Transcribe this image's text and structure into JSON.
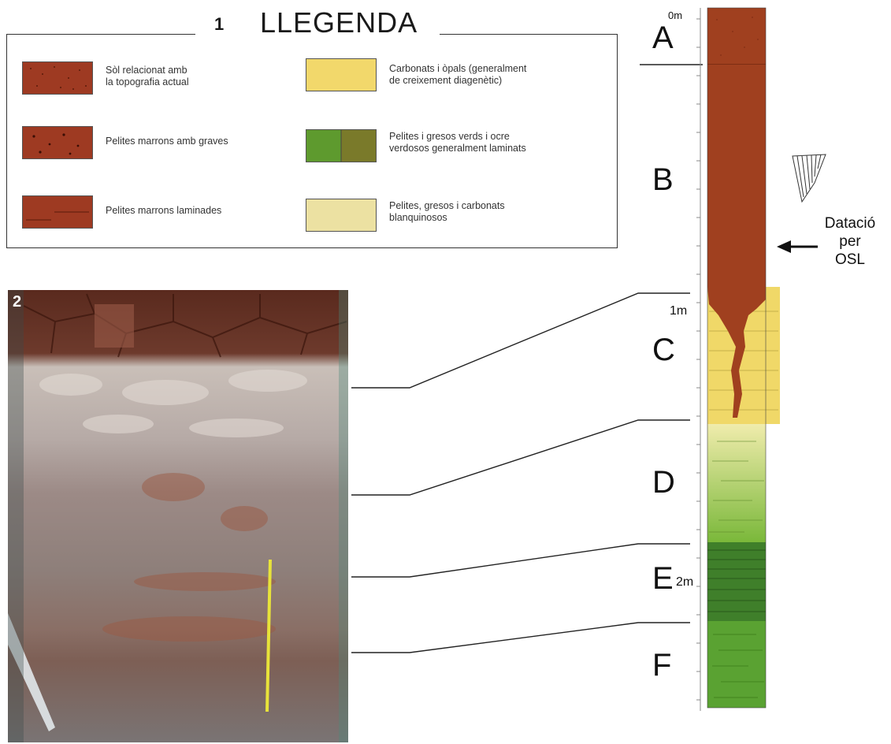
{
  "legend": {
    "number": "1",
    "title": "LLEGENDA",
    "items": [
      {
        "text": "Sòl relacionat amb\nla topografia actual",
        "color": "#9e3a22"
      },
      {
        "text": "Pelites marrons amb graves",
        "color": "#9e3a22"
      },
      {
        "text": "Pelites marrons laminades",
        "color": "#9e3a22"
      },
      {
        "text": "Carbonats i òpals (generalment\nde creixement diagenètic)",
        "color": "#f2d86b"
      },
      {
        "text": "Pelites i gresos verds i ocre\nverdosos generalment laminats",
        "color": "#5e9a2e",
        "color2": "#7a7a2a"
      },
      {
        "text": "Pelites, gresos i carbonats\nblanquinosos",
        "color": "#ece1a2"
      }
    ]
  },
  "photo": {
    "number": "2"
  },
  "column": {
    "units": [
      "A",
      "B",
      "C",
      "D",
      "E",
      "F"
    ],
    "depths": [
      "0m",
      "1m",
      "2m"
    ],
    "dating_label": "Datació\nper\nOSL",
    "colors": {
      "brown": "#a0401f",
      "yellow": "#f0d868",
      "green": "#5aa232",
      "dark_green": "#3f7f2a"
    }
  }
}
